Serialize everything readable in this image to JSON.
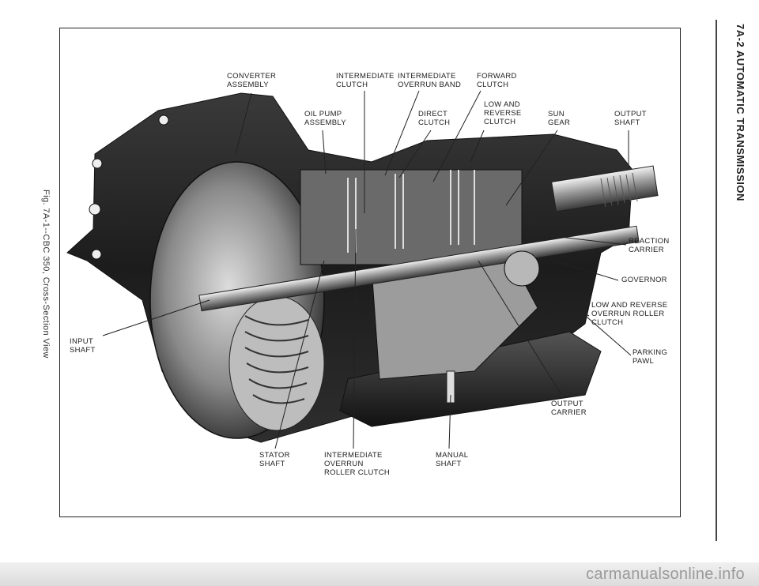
{
  "side_title": "7A-2  AUTOMATIC TRANSMISSION",
  "caption": "Fig. 7A-1--CBC 350, Cross-Section View",
  "labels": {
    "converter_assembly": "CONVERTER\nASSEMBLY",
    "intermediate_clutch": "INTERMEDIATE\nCLUTCH",
    "intermediate_overrun_band": "INTERMEDIATE\nOVERRUN BAND",
    "forward_clutch": "FORWARD\nCLUTCH",
    "oil_pump_assembly": "OIL PUMP\nASSEMBLY",
    "direct_clutch": "DIRECT\nCLUTCH",
    "low_and_reverse_clutch": "LOW AND\nREVERSE\nCLUTCH",
    "sun_gear": "SUN\nGEAR",
    "output_shaft": "OUTPUT\nSHAFT",
    "reaction_carrier": "REACTION\nCARRIER",
    "governor": "GOVERNOR",
    "low_reverse_overrun_roller_clutch": "LOW AND REVERSE\nOVERRUN ROLLER\nCLUTCH",
    "parking_pawl": "PARKING\nPAWL",
    "output_carrier": "OUTPUT\nCARRIER",
    "input_shaft": "INPUT\nSHAFT",
    "stator_shaft": "STATOR\nSHAFT",
    "intermediate_overrun_roller_clutch": "INTERMEDIATE\nOVERRUN\nROLLER CLUTCH",
    "manual_shaft": "MANUAL\nSHAFT"
  },
  "watermark": "carmanualsonline.info",
  "colors": {
    "ink": "#222222",
    "metal_dark": "#2b2b2b",
    "metal_mid": "#777777",
    "metal_light": "#c8c8c8"
  }
}
